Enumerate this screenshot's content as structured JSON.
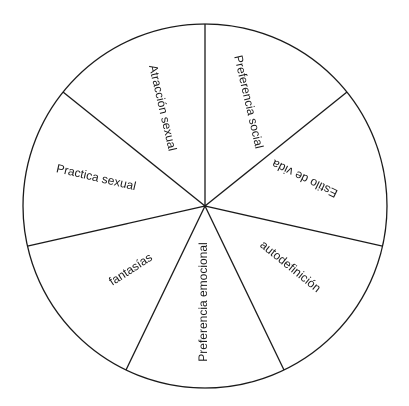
{
  "wheel": {
    "segments": [
      {
        "label": "Preferencia social"
      },
      {
        "label": "Estilo de vida"
      },
      {
        "label": "autodefinición"
      },
      {
        "label": "Preferencia emocional"
      },
      {
        "label": "fantasías"
      },
      {
        "label": "Practica sexual"
      },
      {
        "label": "Atracción sexual"
      }
    ],
    "colors": {
      "line": "#1a1a1a",
      "fill": "#ffffff",
      "text": "#1a1a1a"
    }
  }
}
